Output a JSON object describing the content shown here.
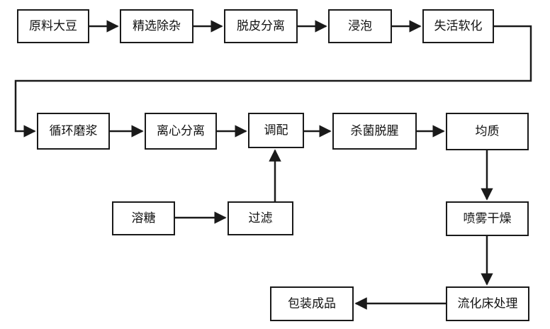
{
  "steps": {
    "raw_soybean": "原料大豆",
    "select_clean": "精选除杂",
    "dehull": "脱皮分离",
    "soak": "浸泡",
    "inactivate": "失活软化",
    "grind": "循环磨浆",
    "centrifuge": "离心分离",
    "blend": "调配",
    "sterilize": "杀菌脱腥",
    "homogenize": "均质",
    "dissolve_sugar": "溶糖",
    "filter": "过滤",
    "spray_dry": "喷雾干燥",
    "fluid_bed": "流化床处理",
    "package": "包装成品"
  },
  "flow": [
    [
      "raw_soybean",
      "select_clean"
    ],
    [
      "select_clean",
      "dehull"
    ],
    [
      "dehull",
      "soak"
    ],
    [
      "soak",
      "inactivate"
    ],
    [
      "inactivate",
      "grind"
    ],
    [
      "grind",
      "centrifuge"
    ],
    [
      "centrifuge",
      "blend"
    ],
    [
      "dissolve_sugar",
      "filter"
    ],
    [
      "filter",
      "blend"
    ],
    [
      "blend",
      "sterilize"
    ],
    [
      "sterilize",
      "homogenize"
    ],
    [
      "homogenize",
      "spray_dry"
    ],
    [
      "spray_dry",
      "fluid_bed"
    ],
    [
      "fluid_bed",
      "package"
    ]
  ]
}
